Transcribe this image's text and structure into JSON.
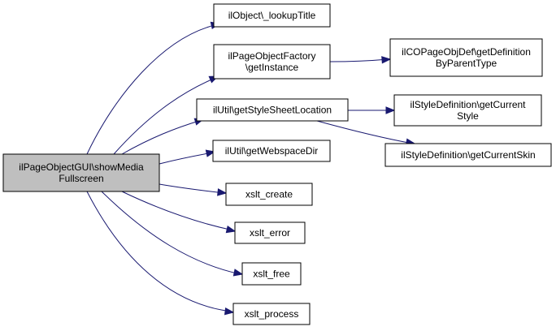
{
  "graph": {
    "root_fill": "#bfbfbf",
    "node_fill": "#ffffff",
    "edge_color": "#191970",
    "nodes": [
      {
        "id": "root",
        "lines": [
          "ilPageObjectGUI\\showMedia",
          "Fullscreen"
        ]
      },
      {
        "id": "lookupTitle",
        "lines": [
          "ilObject\\_lookupTitle"
        ]
      },
      {
        "id": "factory",
        "lines": [
          "ilPageObjectFactory",
          "\\getInstance"
        ]
      },
      {
        "id": "getDefinition",
        "lines": [
          "ilCOPageObjDef\\getDefinition",
          "ByParentType"
        ]
      },
      {
        "id": "styleSheet",
        "lines": [
          "ilUtil\\getStyleSheetLocation"
        ]
      },
      {
        "id": "currentStyle",
        "lines": [
          "ilStyleDefinition\\getCurrent",
          "Style"
        ]
      },
      {
        "id": "currentSkin",
        "lines": [
          "ilStyleDefinition\\getCurrentSkin"
        ]
      },
      {
        "id": "webspace",
        "lines": [
          "ilUtil\\getWebspaceDir"
        ]
      },
      {
        "id": "xslt_create",
        "lines": [
          "xslt_create"
        ]
      },
      {
        "id": "xslt_error",
        "lines": [
          "xslt_error"
        ]
      },
      {
        "id": "xslt_free",
        "lines": [
          "xslt_free"
        ]
      },
      {
        "id": "xslt_process",
        "lines": [
          "xslt_process"
        ]
      }
    ],
    "edges": [
      {
        "from": "root",
        "to": "lookupTitle"
      },
      {
        "from": "root",
        "to": "factory"
      },
      {
        "from": "root",
        "to": "styleSheet"
      },
      {
        "from": "root",
        "to": "webspace"
      },
      {
        "from": "root",
        "to": "xslt_create"
      },
      {
        "from": "root",
        "to": "xslt_error"
      },
      {
        "from": "root",
        "to": "xslt_free"
      },
      {
        "from": "root",
        "to": "xslt_process"
      },
      {
        "from": "factory",
        "to": "getDefinition"
      },
      {
        "from": "styleSheet",
        "to": "currentStyle"
      },
      {
        "from": "styleSheet",
        "to": "currentSkin"
      }
    ]
  }
}
